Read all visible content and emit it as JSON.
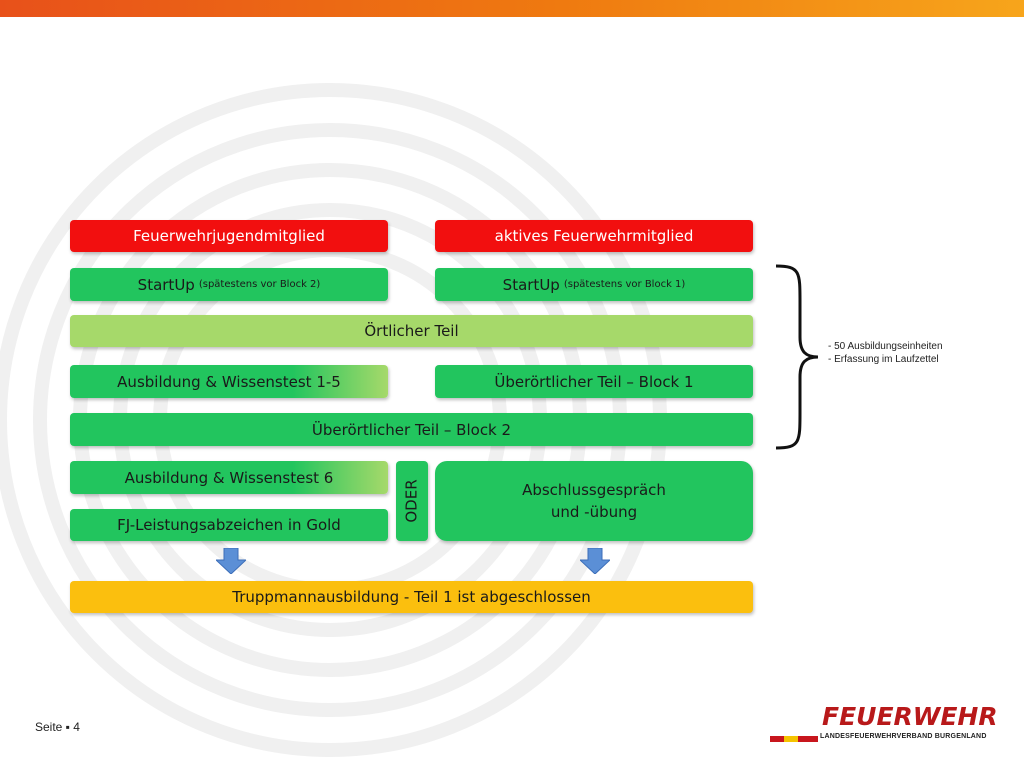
{
  "diagram": {
    "col_left_header": "Feuerwehrjugendmitglied",
    "col_right_header": "aktives Feuerwehrmitglied",
    "startup_left_title": "StartUp",
    "startup_left_note": "(spätestens vor Block 2)",
    "startup_right_title": "StartUp",
    "startup_right_note": "(spätestens vor Block 1)",
    "local_part": "Örtlicher Teil",
    "training_test_1_5": "Ausbildung & Wissenstest 1-5",
    "regional_block_1": "Überörtlicher Teil – Block 1",
    "regional_block_2": "Überörtlicher Teil – Block 2",
    "training_test_6": "Ausbildung & Wissenstest 6",
    "fj_badge_gold": "FJ-Leistungsabzeichen in Gold",
    "oder": "ODER",
    "final_talk_line1": "Abschlussgespräch",
    "final_talk_line2": "und -übung",
    "result": "Truppmannausbildung - Teil 1 ist abgeschlossen"
  },
  "notes": {
    "line1": "- 50 Ausbildungseinheiten",
    "line2": "- Erfassung im Laufzettel"
  },
  "footer": {
    "page_label": "Seite ▪ 4"
  },
  "logo": {
    "title": "FEUERWEHR",
    "subtitle": "LANDESFEUERWEHRVERBAND BURGENLAND"
  },
  "colors": {
    "red": "#f20f0f",
    "green": "#22c55e",
    "light_green": "#a6d96a",
    "yellow": "#fbbf0e",
    "arrow_blue": "#5b8fd6",
    "top_bar": "#ef7a10"
  }
}
